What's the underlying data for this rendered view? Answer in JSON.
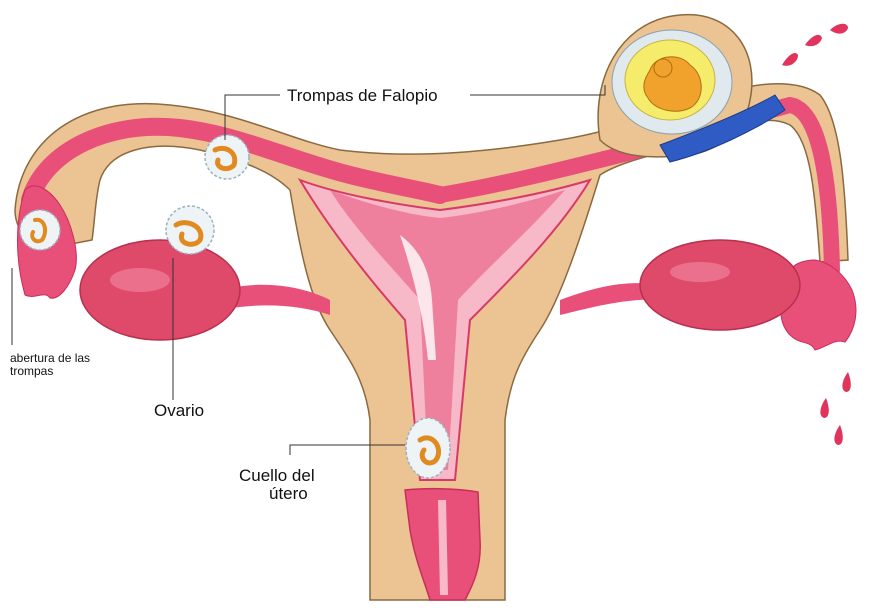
{
  "labels": {
    "fallopian_tubes": "Trompas de Falopio",
    "tube_opening_line1": "abertura de las",
    "tube_opening_line2": "trompas",
    "ovary": "Ovario",
    "cervix_line1": "Cuello del",
    "cervix_line2": "útero"
  },
  "colors": {
    "skin": "#ecc393",
    "tissue_pink": "#e8507a",
    "tissue_light": "#f7b8c8",
    "ovary": "#df4a6a",
    "egg_yellow": "#f6ec6b",
    "embryo": "#f0a22c",
    "implant_blue": "#2e5cc4",
    "blood": "#e0345c",
    "leader_line": "#333333"
  }
}
